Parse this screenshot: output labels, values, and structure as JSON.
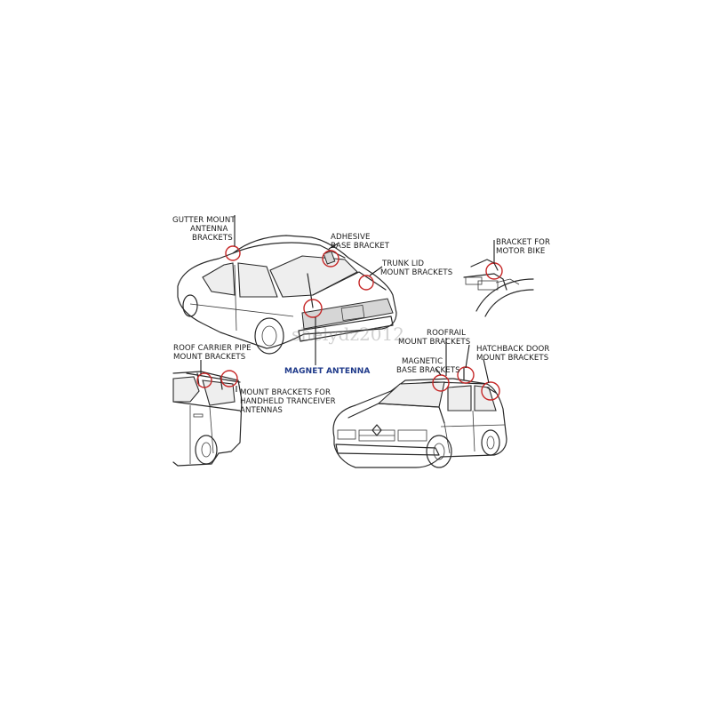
{
  "labels": {
    "gutter": [
      "GUTTER MOUNT",
      "ANTENNA",
      "BRACKETS"
    ],
    "adhesive": [
      "ADHESIVE",
      "BASE BRACKET"
    ],
    "trunk": [
      "TRUNK LID",
      "MOUNT BRACKETS"
    ],
    "motorbike": [
      "BRACKET FOR",
      "MOTOR BIKE"
    ],
    "magnet": "MAGNET ANTENNA",
    "roofcarrier": [
      "ROOF CARRIER PIPE",
      "MOUNT BRACKETS"
    ],
    "handheld": [
      "MOUNT BRACKETS FOR",
      "HANDHELD TRANCEIVER",
      "ANTENNAS"
    ],
    "roofrail": [
      "ROOFRAIL",
      "MOUNT BRACKETS"
    ],
    "magnetic": [
      "MAGNETIC",
      "BASE BRACKETS"
    ],
    "hatchback": [
      "HATCHBACK DOOR",
      "MOUNT BRACKETS"
    ]
  },
  "watermark": "shelydz2012",
  "colors": {
    "highlight": "#c62828",
    "magnet_label": "#1f3a8a",
    "line": "#2a2a2a"
  }
}
